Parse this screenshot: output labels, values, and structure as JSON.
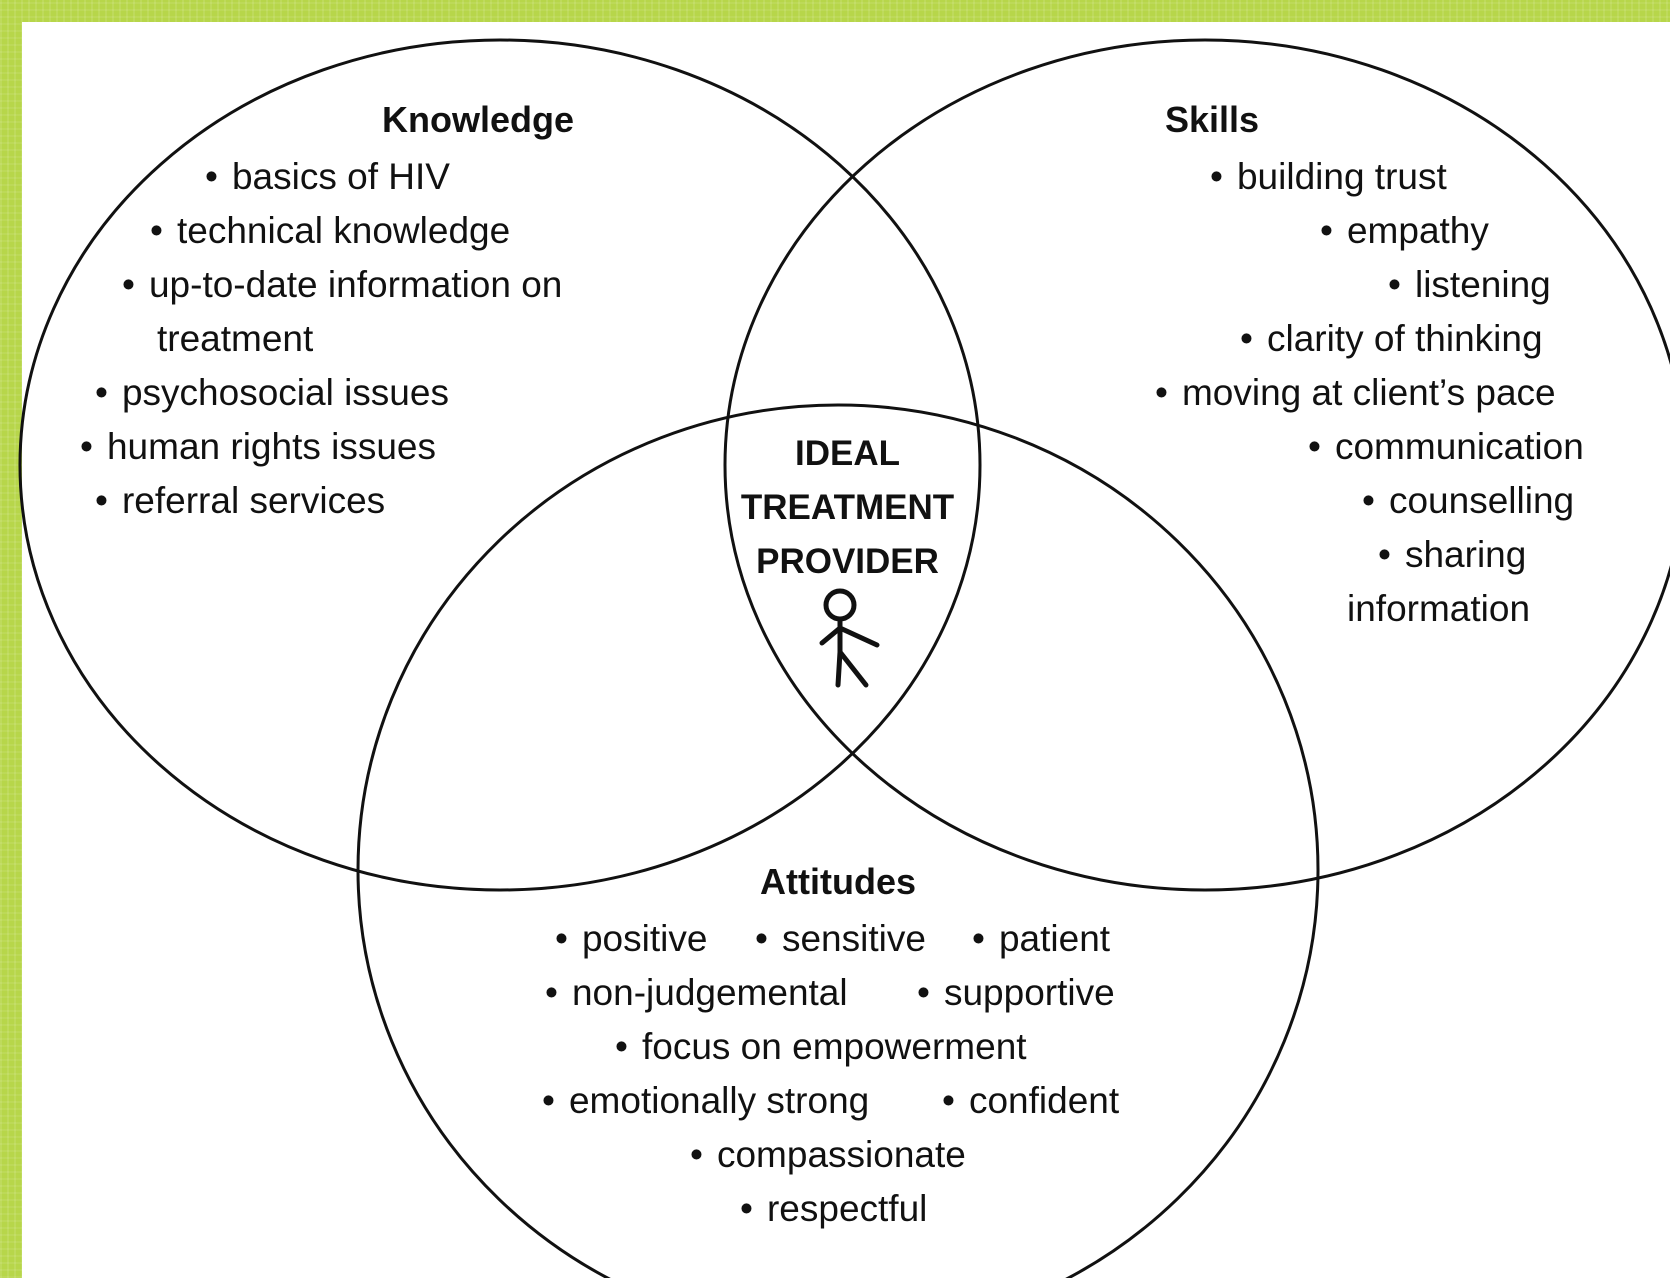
{
  "knowledge": {
    "heading": "Knowledge",
    "items": [
      "basics of HIV",
      "technical knowledge",
      "up-to-date information on",
      "treatment",
      "psychosocial issues",
      "human rights issues",
      "referral services"
    ]
  },
  "skills": {
    "heading": "Skills",
    "items": [
      "building trust",
      "empathy",
      "listening",
      "clarity of thinking",
      "moving at client’s pace",
      "communication",
      "counselling",
      "sharing",
      "information"
    ]
  },
  "center": {
    "lines": [
      "IDEAL",
      "TREATMENT",
      "PROVIDER"
    ],
    "icon": "stick-figure-icon"
  },
  "attitudes": {
    "heading": "Attitudes",
    "items": [
      "positive",
      "sensitive",
      "patient",
      "non-judgemental",
      "supportive",
      "focus on empowerment",
      "emotionally strong",
      "confident",
      "compassionate",
      "respectful"
    ]
  },
  "colors": {
    "frame": "#b7d64a",
    "panel": "#ffffff",
    "ink": "#111111"
  }
}
